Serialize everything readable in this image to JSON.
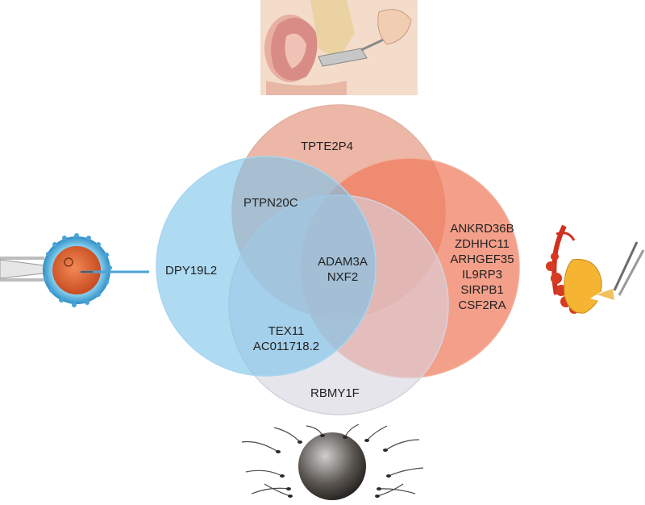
{
  "venn": {
    "top_only": [
      "TPTE2P4"
    ],
    "left_top": [
      "PTPN20C"
    ],
    "left_only": [
      "DPY19L2"
    ],
    "center": [
      "ADAM3A",
      "NXF2"
    ],
    "left_bottom": [
      "TEX11",
      "AC011718.2"
    ],
    "right_only": [
      "ANKRD36B",
      "ZDHHC11",
      "ARHGEF35",
      "IL9RP3",
      "SIRPB1",
      "CSF2RA"
    ],
    "bottom_only": [
      "RBMY1F"
    ]
  },
  "colors": {
    "top_circle": "#e8a38f",
    "left_circle": "#7cc3ea",
    "right_circle": "#f07a5c",
    "bottom_circle": "#d7d3e0"
  },
  "illustrations": {
    "top": "intrauterine-insemination-illustration",
    "left": "icsi-egg-injection-illustration",
    "right": "testis-biopsy-illustration",
    "bottom": "sperm-around-egg-illustration"
  }
}
